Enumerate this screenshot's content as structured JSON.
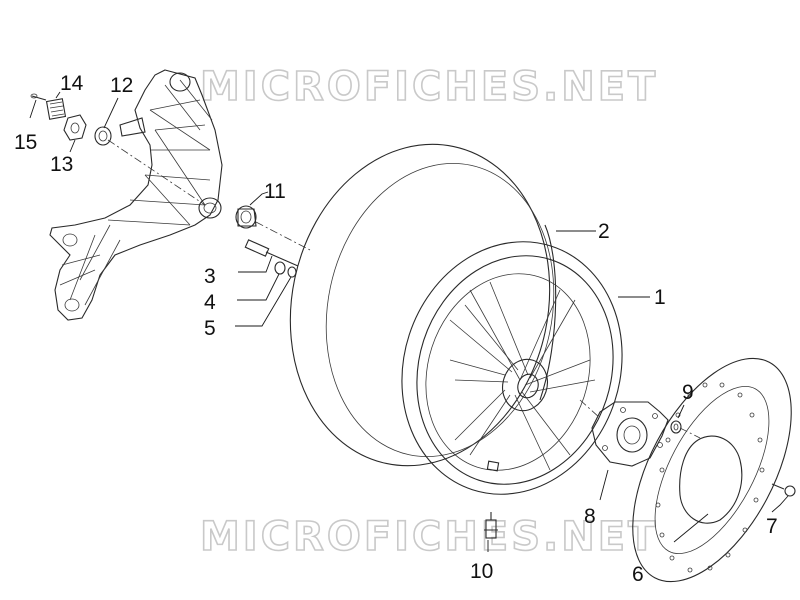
{
  "watermark": {
    "top": "MICROFICHES.NET",
    "bottom": "MICROFICHES.NET"
  },
  "callouts": [
    {
      "id": "1",
      "label": "1"
    },
    {
      "id": "2",
      "label": "2"
    },
    {
      "id": "3",
      "label": "3"
    },
    {
      "id": "4",
      "label": "4"
    },
    {
      "id": "5",
      "label": "5"
    },
    {
      "id": "6",
      "label": "6"
    },
    {
      "id": "7",
      "label": "7"
    },
    {
      "id": "8",
      "label": "8"
    },
    {
      "id": "9",
      "label": "9"
    },
    {
      "id": "10",
      "label": "10"
    },
    {
      "id": "11",
      "label": "11"
    },
    {
      "id": "12",
      "label": "12"
    },
    {
      "id": "13",
      "label": "13"
    },
    {
      "id": "14",
      "label": "14"
    },
    {
      "id": "15",
      "label": "15"
    }
  ]
}
